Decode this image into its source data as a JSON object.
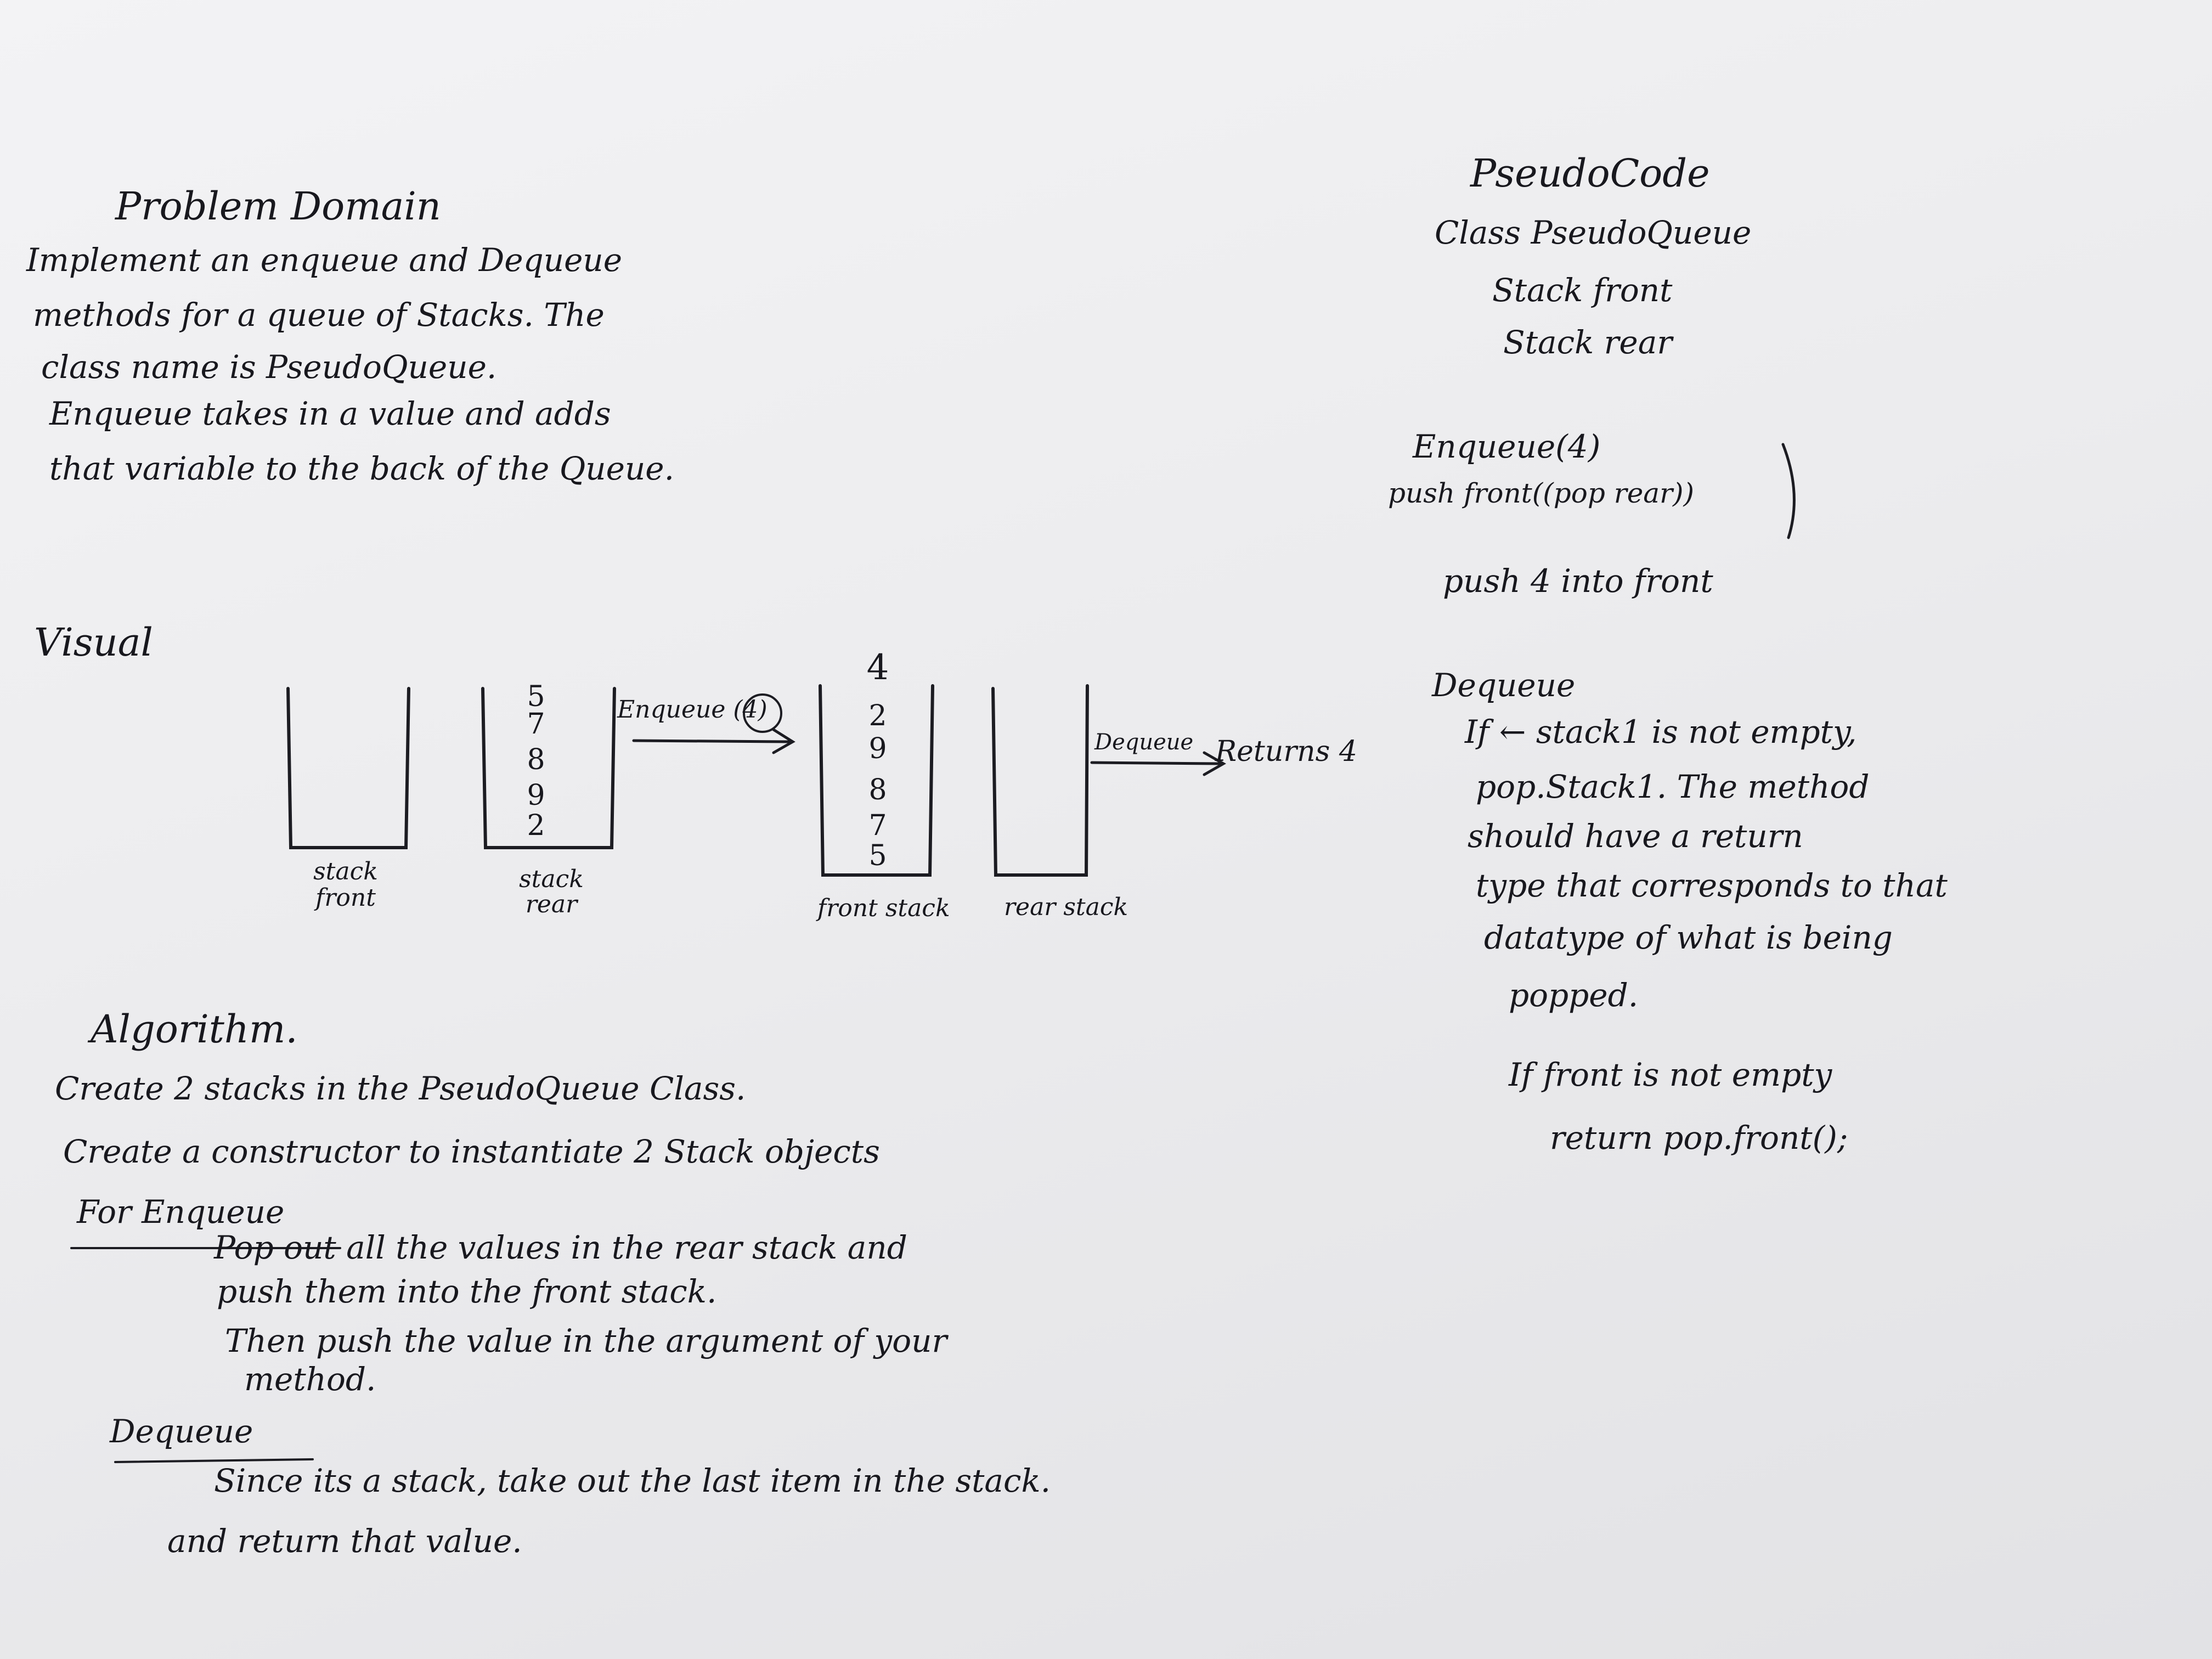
{
  "problem": {
    "title": "Problem Domain",
    "lines": [
      "Implement an enqueue and Dequeue",
      "methods for a queue of Stacks. The",
      "class name is PseudoQueue.",
      "Enqueue takes in a value and adds",
      "that variable to the back of the Queue."
    ]
  },
  "visual": {
    "label": "Visual",
    "stack_front_label": "stack front",
    "stack_rear_label": "stack rear",
    "rear_values": [
      "5",
      "7",
      "8",
      "9",
      "2"
    ],
    "enqueue_label": "Enqueue (4)",
    "front_after_values": [
      "4",
      "2",
      "9",
      "8",
      "7",
      "5"
    ],
    "front_stack_label": "front stack",
    "rear_stack_label": "rear stack",
    "dequeue_label": "Dequeue",
    "returns_label": "Returns 4"
  },
  "algorithm": {
    "title": "Algorithm.",
    "line1": "Create 2 stacks in the PseudoQueue Class.",
    "line2": "Create a constructor to instantiate 2 Stack objects",
    "enqueue_heading": "For Enqueue",
    "enqueue_lines": [
      "Pop out all the values in the rear stack and",
      "push them into the front stack.",
      "Then push the value in the argument of your",
      "method."
    ],
    "dequeue_heading": "Dequeue",
    "dequeue_lines": [
      "Since its a stack, take out the last item in the stack.",
      "and return that value."
    ]
  },
  "pseudocode": {
    "title": "PseudoCode",
    "class_line": "Class PseudoQueue",
    "fields": [
      "Stack front",
      "Stack rear"
    ],
    "enqueue_heading": "Enqueue(4)",
    "push_line": "push front((pop rear))",
    "push4_line": "push 4 into front",
    "dequeue_heading": "Dequeue",
    "dequeue_lines": [
      "If ← stack1 is not empty,",
      "pop.Stack1. The method",
      "should have a return",
      "type that corresponds to that",
      "datatype of what is being",
      "popped."
    ],
    "front_lines": [
      "If front is not empty",
      "return pop.front();"
    ]
  }
}
